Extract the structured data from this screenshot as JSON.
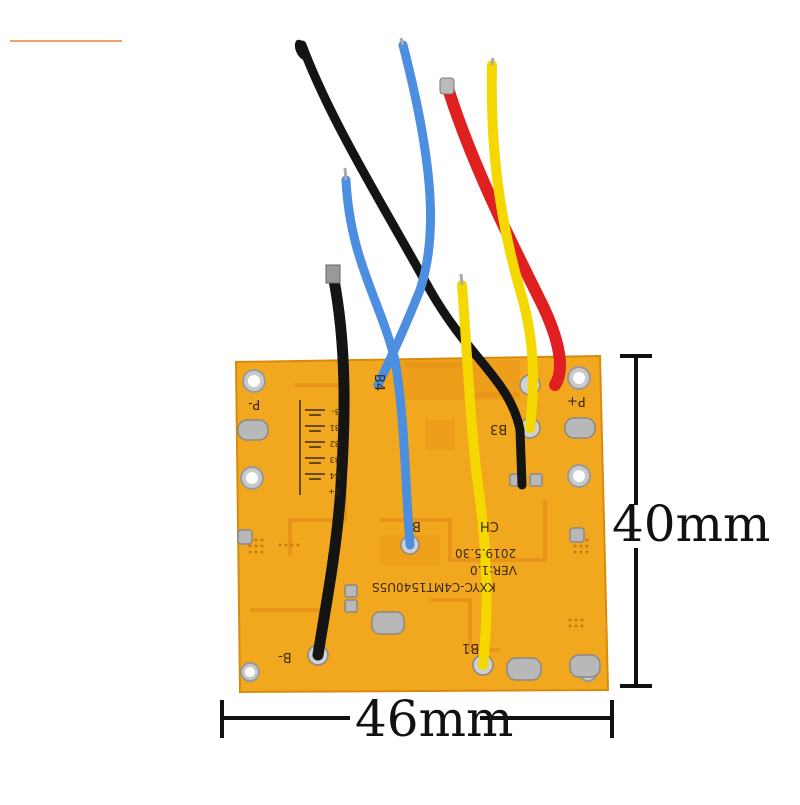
{
  "dimensions": {
    "width_label": "46mm",
    "height_label": "40mm"
  },
  "board": {
    "color": "#F2A81E",
    "silkscreen": {
      "p_minus": "P-",
      "p_plus": "P+",
      "b_minus": "B-",
      "b3": "B3",
      "b4": "B4",
      "b": "B",
      "ch": "CH",
      "b1": "B1",
      "model_line1": "KXYC-C4MT1540U5S",
      "model_line2": "VER:1.0",
      "model_line3": "2019.5.30",
      "cell_labels": [
        "B-",
        "B1",
        "B2",
        "B3",
        "B4",
        "B+"
      ]
    }
  },
  "wire_colors": {
    "black": "#141414",
    "blue": "#4C8EE0",
    "red": "#E02020",
    "yellow": "#F5D800"
  },
  "accent_line_color": "#F0A070"
}
